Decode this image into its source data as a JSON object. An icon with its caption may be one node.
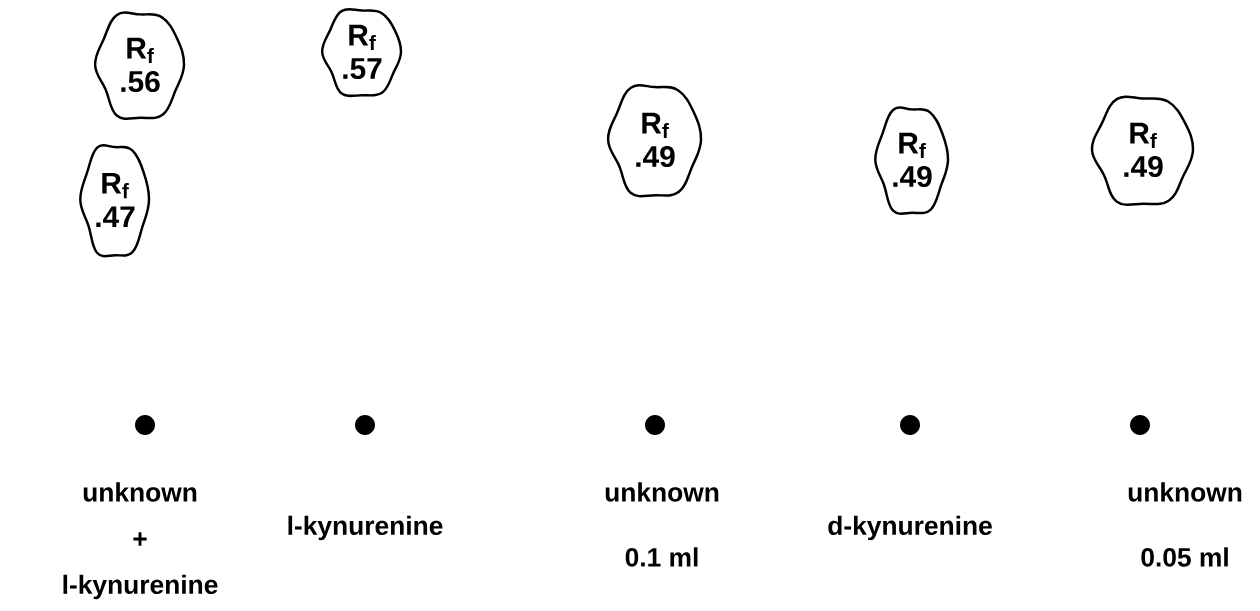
{
  "diagram": {
    "nodes": [
      {
        "text": [
          "R$_{f}$ .56"
        ]
      },
      {
        "text": [
          "R$_{f}$ .47"
        ]
      },
      {
        "text": [
          "R$_{f}$ .57"
        ]
      },
      {
        "text": [
          "R$_{f}$ .49"
        ]
      },
      {
        "text": [
          "R$_{f}$ .49"
        ]
      },
      {
        "text": [
          "R$_{f}$ .49"
        ]
      },
      {
        "text": [],
        "shape": "circle",
        "beside": [
          "unknown",
          "+",
          "l-kynurenine"
        ]
      },
      {
        "text": [],
        "shape": "circle",
        "beside": [
          "l-kynurenine"
        ]
      },
      {
        "text": [],
        "shape": "circle",
        "beside": [
          "unknown",
          "0.1 ml"
        ]
      },
      {
        "text": [],
        "shape": "circle",
        "beside": [
          "d-kynurenine"
        ]
      },
      {
        "text": [],
        "shape": "circle",
        "beside": [
          "unknown",
          "0.05 ml"
        ]
      }
    ]
  }
}
